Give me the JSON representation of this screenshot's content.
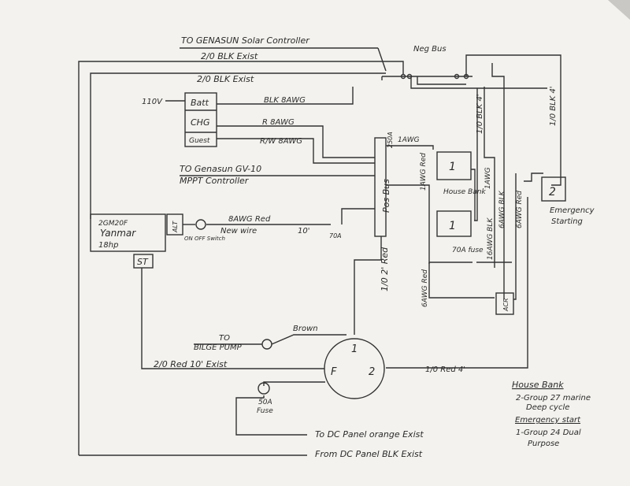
{
  "labels": {
    "genasun_solar": "TO GENASUN Solar Controller",
    "blk_exist_1": "2/0 BLK Exist",
    "blk_exist_2": "2/0 BLK Exist",
    "neg_bus": "Neg Bus",
    "v110": "110V",
    "batt": "Batt",
    "chg": "CHG",
    "guest": "Guest",
    "blk_8awg": "BLK 8AWG",
    "r_8awg": "R 8AWG",
    "rw_8awg": "R/W 8AWG",
    "blk_4_right": "1/0 BLK 4'",
    "blk_4_mid": "1/0 BLK 4'",
    "v250": "250A",
    "awg1_top": "1AWG",
    "gv10_1": "TO Genasun GV-10",
    "gv10_2": "MPPT Controller",
    "pos_bus": "Pos Bus",
    "awg1_red": "1AWG Red",
    "house_bank": "House Bank",
    "awg1_right": "1AWG",
    "b1": "1",
    "b2": "1",
    "b3": "2",
    "awg6_blk": "6AWG BLK",
    "awg6_red": "6AWG Red",
    "awg16_blk": "16AWG BLK",
    "emergency_1": "Emergency",
    "emergency_2": "Starting",
    "yanmar_1": "2GM20F",
    "yanmar_2": "Yanmar",
    "yanmar_3": "18hp",
    "alt": "ALT",
    "st": "ST",
    "awg8_red": "8AWG Red",
    "new_wire": "New wire",
    "ten_ft": "10'",
    "a70": "70A",
    "on_off": "ON OFF Switch",
    "fuse_70": "70A fuse",
    "red_2": "1/0 2' Red",
    "awg6_red_low": "6AWG Red",
    "acr": "ACR",
    "to_label": "TO",
    "bilge": "BILGE PUMP",
    "brown": "Brown",
    "red_10_exist": "2/0 Red 10' Exist",
    "switch_1": "1",
    "switch_f": "F",
    "switch_2": "2",
    "red_4_bottom": "1/0 Red 4'",
    "fuse_50_1": "50A",
    "fuse_50_2": "Fuse",
    "dc_orange": "To DC Panel orange Exist",
    "dc_blk": "From DC Panel BLK Exist",
    "note_house": "House Bank",
    "note_group27_1": "2-Group 27 marine",
    "note_group27_2": "Deep cycle",
    "note_emerg": "Emergency start",
    "note_group24_1": "1-Group 24 Dual",
    "note_group24_2": "Purpose"
  },
  "colors": {
    "paper": "#f3f2ee",
    "ink": "#333333",
    "background": "#d9d8d4"
  }
}
